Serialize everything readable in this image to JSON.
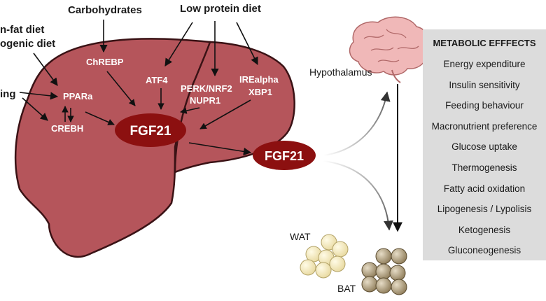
{
  "inputs": {
    "carbohydrates": "Carbohydrates",
    "low_protein": "Low protein diet",
    "high_fat_line1": "n-fat diet",
    "high_fat_line2": "ogenic diet",
    "fasting": "ing"
  },
  "liver": {
    "chrebp": "ChREBP",
    "pparа": "PPARa",
    "crebh": "CREBH",
    "atf4": "ATF4",
    "perk_line1": "PERK/NRF2",
    "perk_line2": "NUPR1",
    "ire_line1": "IREalpha",
    "ire_line2": "XBP1",
    "fgf21": "FGF21"
  },
  "circulating": {
    "fgf21": "FGF21"
  },
  "targets": {
    "hypothalamus": "Hypothalamus",
    "wat": "WAT",
    "bat": "BAT"
  },
  "effects": {
    "title": "METABOLIC EFFFECTS",
    "items": [
      "Energy expenditure",
      "Insulin sensitivity",
      "Feeding behaviour",
      "Macronutrient preference",
      "Glucose uptake",
      "Thermogenesis",
      "Fatty acid oxidation",
      "Lipogenesis / Lypolisis",
      "Ketogenesis",
      "Gluconeogenesis"
    ]
  },
  "colors": {
    "liver_fill": "#b5555b",
    "liver_stroke": "#3a1215",
    "fgf_fill": "#8c1010",
    "panel_bg": "#dcdcdc",
    "wat_fill": "#f7ecc0",
    "bat_fill": "#b8a888",
    "brain_fill": "#f0b8b8"
  }
}
